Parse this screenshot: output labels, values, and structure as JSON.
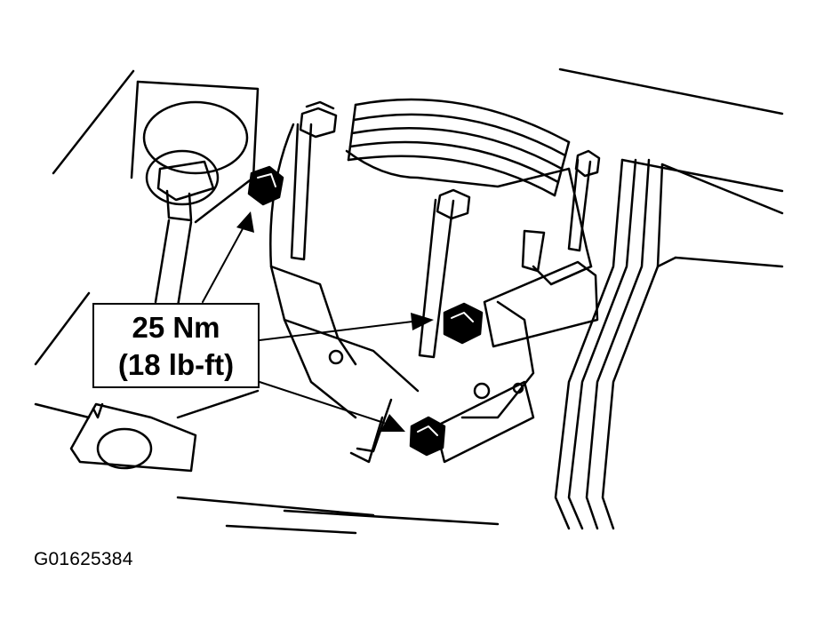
{
  "callout": {
    "torque_nm": "25 Nm",
    "torque_lbft": "(18 lb-ft)"
  },
  "figure_id": "G01625384",
  "colors": {
    "ink": "#000000",
    "paper": "#ffffff"
  }
}
